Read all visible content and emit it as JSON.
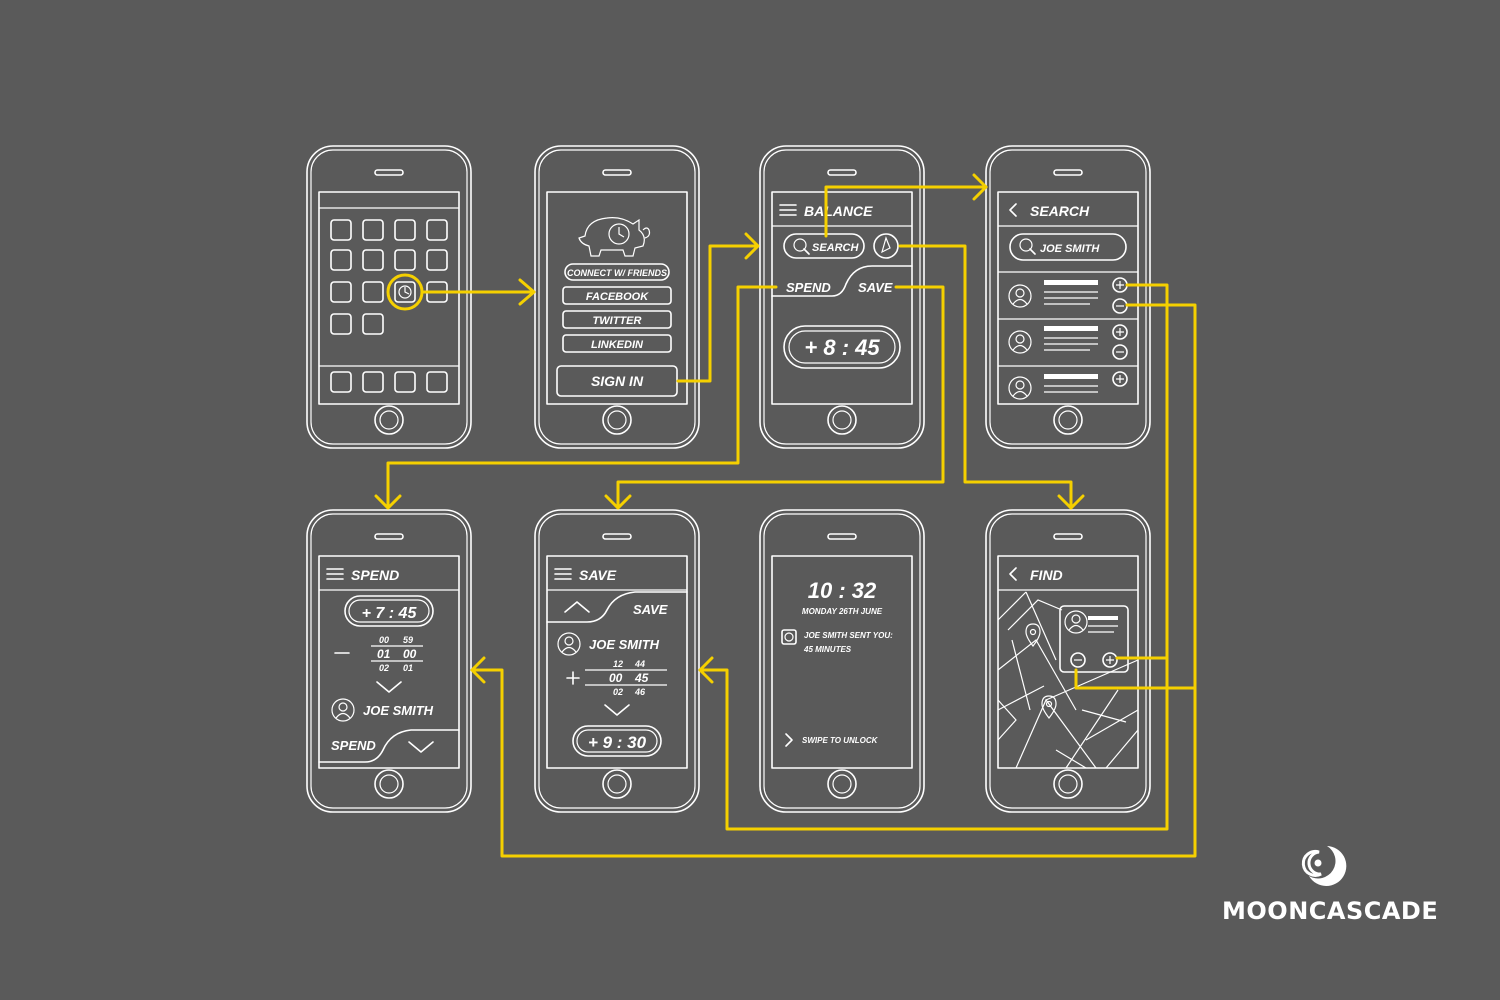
{
  "brand": {
    "name": "MOONCASCADE",
    "logo_icon": "crescent-swirl-icon"
  },
  "colors": {
    "background": "#5a5a5a",
    "wireframe": "#ffffff",
    "flow_arrow": "#f5d000"
  },
  "screens": {
    "login": {
      "connect": "CONNECT W/ FRIENDS",
      "facebook": "FACEBOOK",
      "twitter": "TWITTER",
      "linkedin": "LINKEDIN",
      "signin": "SIGN IN"
    },
    "balance": {
      "title": "BALANCE",
      "search": "SEARCH",
      "spend": "SPEND",
      "save": "SAVE",
      "time": "+ 8 : 45"
    },
    "search": {
      "title": "SEARCH",
      "query": "JOE SMITH"
    },
    "spend": {
      "title": "SPEND",
      "time": "+ 7 : 45",
      "rows": [
        [
          "00",
          "59"
        ],
        [
          "01",
          "00"
        ],
        [
          "02",
          "01"
        ]
      ],
      "contact": "JOE SMITH",
      "action": "SPEND"
    },
    "save": {
      "title": "SAVE",
      "action": "SAVE",
      "contact": "JOE SMITH",
      "rows": [
        [
          "12",
          "44"
        ],
        [
          "00",
          "45"
        ],
        [
          "02",
          "46"
        ]
      ],
      "time": "+ 9 : 30"
    },
    "lock": {
      "time": "10 : 32",
      "date": "MONDAY 26TH JUNE",
      "notif_line1": "JOE SMITH SENT YOU:",
      "notif_line2": "45 MINUTES",
      "unlock": "SWIPE TO UNLOCK"
    },
    "find": {
      "title": "FIND"
    }
  }
}
